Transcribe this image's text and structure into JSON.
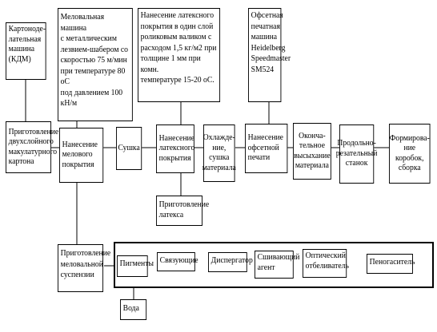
{
  "equipment": {
    "kdm": "Картоноде-\nлательная\nмашина\n(КДМ)",
    "coating_machine": "Меловальная машина\nс металлическим\nлезвием-шабером со\nскоростью 75 м/мин\nпри температуре 80 оС\nпод давлением 100 кН/м",
    "latex_coating": "Нанесение латексного\nпокрытия в один слой\nроликовым валиком с\nрасходом 1,5 кг/м2 при\nтолщине 1 мм при комн.\nтемпературе 15-20 оС.",
    "offset_press": "Офсетная\nпечатная\nмашина\nHeidelberg\nSpeedmaster\nSM524"
  },
  "process": {
    "cardboard_prep": "Приготовление\nдвухслойного\nмакулатурного\nкартона",
    "coating": "Нанесение\nмелового\nпокрытия",
    "drying": "Сушка",
    "latex": "Нанесение\nлатексного\nпокрытия",
    "cooling": "Охлажде-\nние, сушка\nматериала",
    "printing": "Нанесение\nофсетной\nпечати",
    "final_drying": "Оконча-\nтельное\nвысыхание\nматериала",
    "slitting": "Продольно-\nрезательный\nстанок",
    "forming": "Формирова-\nние коробок,\nсборка"
  },
  "latex_prep": "Приготовление\nлатекса",
  "suspension_prep": "Приготовление\nмеловальной\nсуспензии",
  "components": {
    "pigments": "Пигменты",
    "binders": "Связующие",
    "dispersant": "Диспергатор",
    "crosslinker": "Сшивающий\nагент",
    "brightener": "Оптический\nотбеливатель",
    "defoamer": "Пеногаситель"
  },
  "water": "Вода"
}
